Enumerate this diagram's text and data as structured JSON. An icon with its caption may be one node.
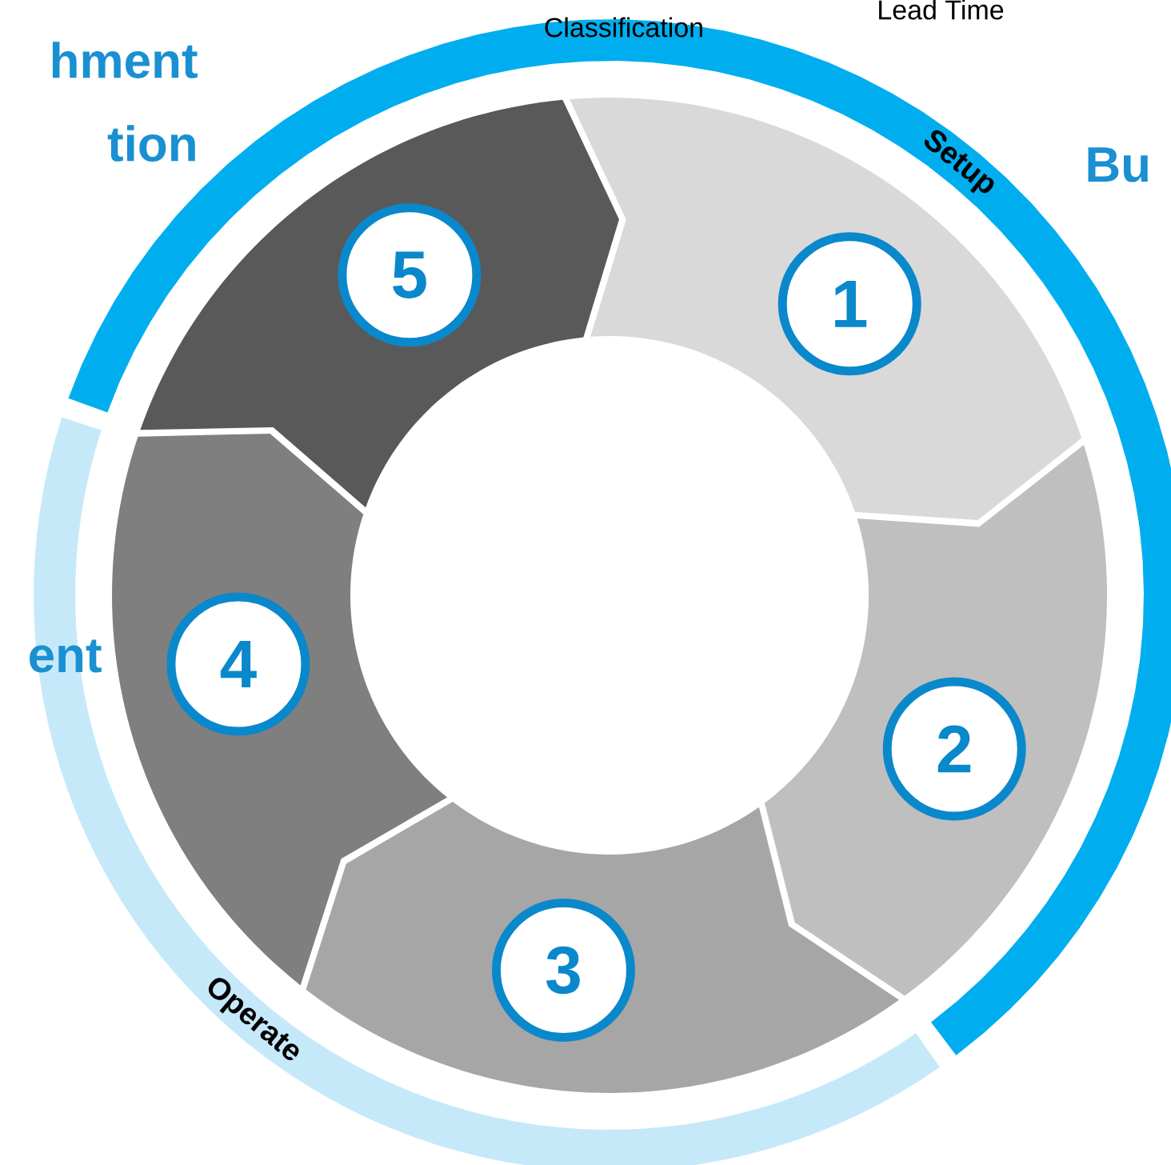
{
  "diagram": {
    "nodes": [
      {
        "text": [
          "Setup"
        ]
      },
      {
        "text": [
          "Operate"
        ]
      },
      {
        "text": [],
        "shape": "arrow"
      },
      {
        "text": [
          "1"
        ],
        "in": 2
      },
      {
        "text": [],
        "shape": "arrow"
      },
      {
        "text": [
          "2"
        ],
        "in": 4
      },
      {
        "text": [],
        "shape": "arrow"
      },
      {
        "text": [
          "3"
        ],
        "in": 6
      },
      {
        "text": [],
        "shape": "arrow"
      },
      {
        "text": [
          "4"
        ],
        "in": 8
      },
      {
        "text": [],
        "shape": "arrow"
      },
      {
        "text": [
          "5"
        ],
        "in": 10
      }
    ],
    "labels": [
      "Classification",
      "Lead Time",
      "hment tion",
      "Bu",
      "ent"
    ]
  }
}
